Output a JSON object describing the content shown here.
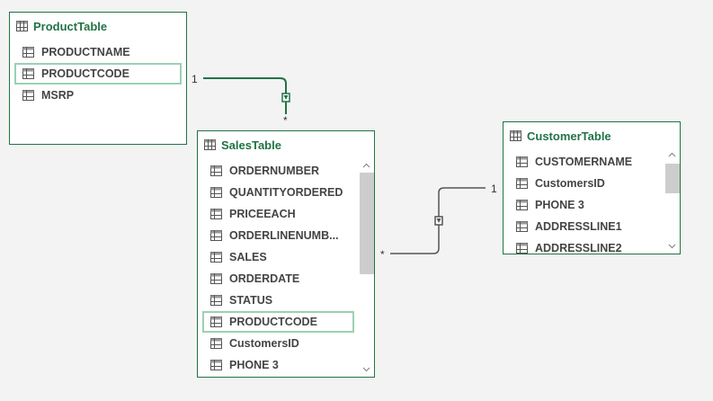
{
  "product_table": {
    "title": "ProductTable",
    "fields": [
      "PRODUCTNAME",
      "PRODUCTCODE",
      "MSRP"
    ],
    "highlighted_field": "PRODUCTCODE"
  },
  "sales_table": {
    "title": "SalesTable",
    "fields": [
      "ORDERNUMBER",
      "QUANTITYORDERED",
      "PRICEEACH",
      "ORDERLINENUMB...",
      "SALES",
      "ORDERDATE",
      "STATUS",
      "PRODUCTCODE",
      "CustomersID",
      "PHONE 3"
    ],
    "highlighted_field": "PRODUCTCODE"
  },
  "customer_table": {
    "title": "CustomerTable",
    "fields": [
      "CUSTOMERNAME",
      "CustomersID",
      "PHONE 3",
      "ADDRESSLINE1",
      "ADDRESSLINE2"
    ]
  },
  "relationships": {
    "product_sales": {
      "one_label": "1",
      "many_label": "*"
    },
    "customer_sales": {
      "one_label": "1",
      "many_label": "*"
    }
  },
  "colors": {
    "accent": "#217346",
    "highlight": "#9bd1b3",
    "relationship_active": "#217346",
    "relationship_inactive": "#555555",
    "background": "#f3f3f3"
  },
  "icons": {
    "table": "table-icon",
    "field": "column-icon",
    "scroll_up": "chevron-up-icon",
    "scroll_down": "chevron-down-icon",
    "filter_direction": "filter-arrow-icon"
  }
}
